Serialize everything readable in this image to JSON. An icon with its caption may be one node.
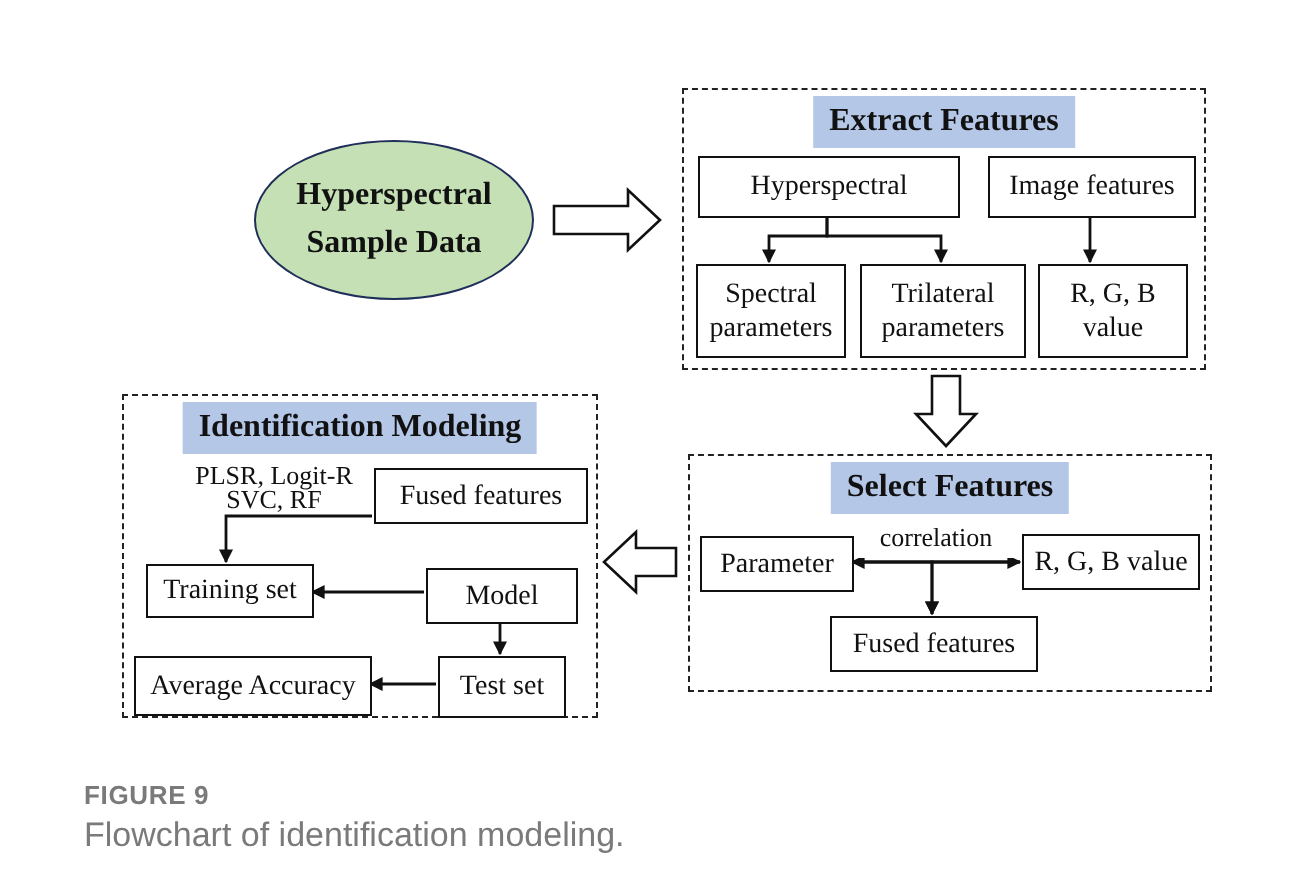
{
  "diagram": {
    "caption": "Flowchart of identification modeling.",
    "nodes": [
      {
        "text": [
          "Hyperspectral Sample Data"
        ]
      },
      {
        "text": [
          "Extract Features"
        ]
      },
      {
        "text": [
          "Hyperspectral"
        ],
        "in": 1
      },
      {
        "text": [
          "Image features"
        ],
        "in": 1
      },
      {
        "text": [
          "Spectral parameters"
        ],
        "in": 1
      },
      {
        "text": [
          "Trilateral parameters"
        ],
        "in": 1
      },
      {
        "text": [
          "R, G, B value"
        ],
        "in": 1
      },
      {
        "text": [
          "Select Features"
        ]
      },
      {
        "text": [
          "Parameter"
        ],
        "in": 7
      },
      {
        "text": [
          "R, G, B value"
        ],
        "in": 7
      },
      {
        "text": [
          "Fused features"
        ],
        "in": 7
      },
      {
        "text": [
          "Identification Modeling"
        ]
      },
      {
        "text": [
          "Fused features"
        ],
        "in": 11
      },
      {
        "text": [
          "Training set"
        ],
        "in": 11
      },
      {
        "text": [
          "Model"
        ],
        "in": 11
      },
      {
        "text": [
          "Test set"
        ],
        "in": 11
      },
      {
        "text": [
          "Average Accuracy"
        ],
        "in": 11
      }
    ],
    "edges": [
      {
        "from": 0,
        "to": 1,
        "arrow": "to",
        "style": "thick"
      },
      {
        "from": 1,
        "to": 7,
        "arrow": "to",
        "style": "thick"
      },
      {
        "from": 7,
        "to": 11,
        "arrow": "to",
        "style": "thick"
      },
      {
        "from": 2,
        "to": 4,
        "arrow": "to"
      },
      {
        "from": 2,
        "to": 5,
        "arrow": "to"
      },
      {
        "from": 3,
        "to": 6,
        "arrow": "to"
      },
      {
        "from": 8,
        "to": 9,
        "arrow": "both",
        "label": "correlation"
      },
      {
        "from": 8,
        "to": 10,
        "arrow": "to"
      },
      {
        "from": 9,
        "to": 10,
        "arrow": "to"
      },
      {
        "from": 12,
        "to": 13,
        "arrow": "to",
        "label": "PLSR, Logit-R SVC, RF"
      },
      {
        "from": 14,
        "to": 13,
        "arrow": "to"
      },
      {
        "from": 14,
        "to": 15,
        "arrow": "to"
      },
      {
        "from": 15,
        "to": 16,
        "arrow": "to"
      }
    ],
    "labels": [
      "FIGURE 9"
    ]
  }
}
